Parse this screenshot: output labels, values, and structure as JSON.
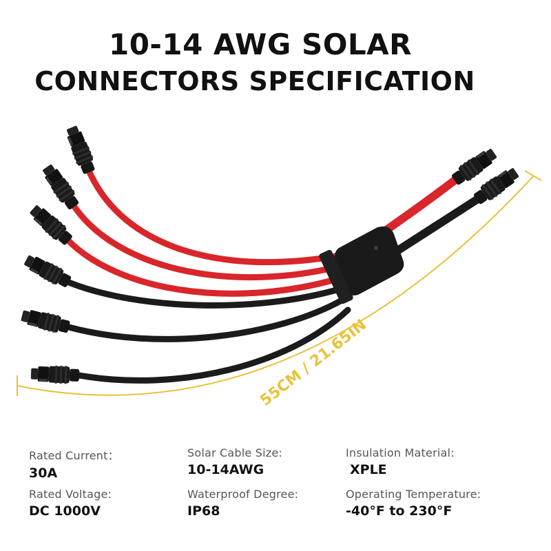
{
  "header": {
    "title_line1": "10-14 AWG SOLAR",
    "title_line2": "CONNECTORS SPECIFICATION"
  },
  "product": {
    "length_label": "55CM / 21.65IN",
    "colors": {
      "red_cable": "#d8262b",
      "black_cable": "#1b1b1b",
      "connector": "#161616",
      "dimension_line": "#e8c23a"
    }
  },
  "specs": [
    {
      "label": "Rated Current：",
      "value": "30A"
    },
    {
      "label": "Solar Cable Size:",
      "value": "10-14AWG"
    },
    {
      "label": "Insulation Material:",
      "value": "XPLE"
    },
    {
      "label": "Rated Voltage:",
      "value": "DC 1000V"
    },
    {
      "label": "Waterproof Degree:",
      "value": "IP68"
    },
    {
      "label": "Operating Temperature:",
      "value": "-40°F to 230°F"
    }
  ]
}
